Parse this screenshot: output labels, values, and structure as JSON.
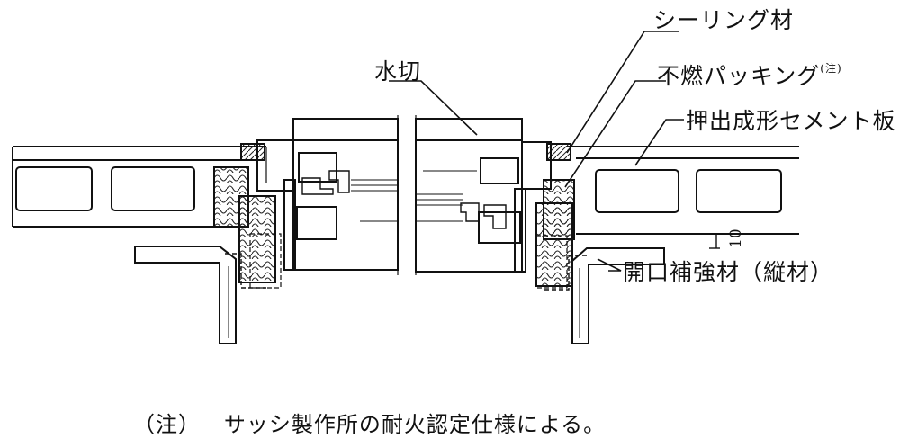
{
  "labels": {
    "sealing": "シーリング材",
    "packing": "不燃パッキング",
    "packing_note_mark": "(注)",
    "panel": "押出成形セメント板",
    "mizukiri": "水切",
    "reinforcement": "開口補強材（縦材）",
    "dimension": "10"
  },
  "note": {
    "mark": "（注）",
    "text": "サッシ製作所の耐火認定仕様による。"
  }
}
